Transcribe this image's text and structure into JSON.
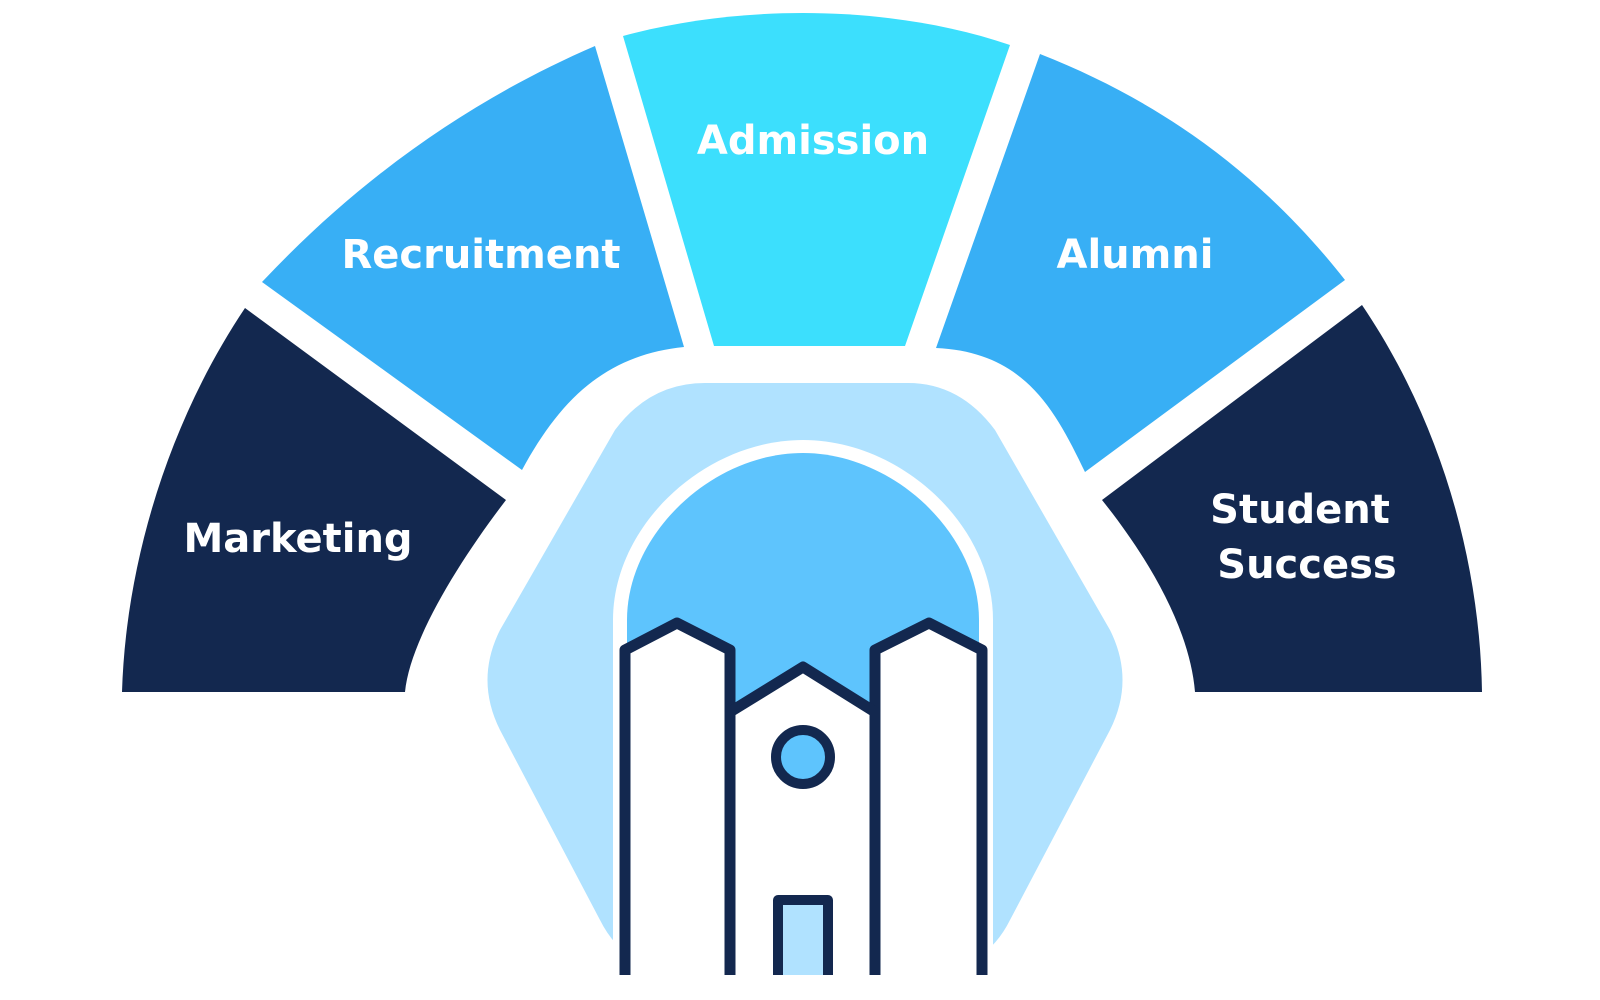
{
  "segments": [
    {
      "id": "marketing",
      "label": "Marketing",
      "color": "#13284F"
    },
    {
      "id": "recruitment",
      "label": "Recruitment",
      "color": "#38AFF5"
    },
    {
      "id": "admission",
      "label": "Admission",
      "color": "#3CDFFD"
    },
    {
      "id": "alumni",
      "label": "Alumni",
      "color": "#38AFF5"
    },
    {
      "id": "student_success",
      "label_line1": "Student",
      "label_line2": "Success",
      "color": "#13284F"
    }
  ],
  "hub": {
    "outer_color": "#B0E2FF",
    "sky_color": "#5EC4FD",
    "building_color": "#FFFFFF",
    "outline_color": "#13284F",
    "icon": "university-building-icon"
  }
}
